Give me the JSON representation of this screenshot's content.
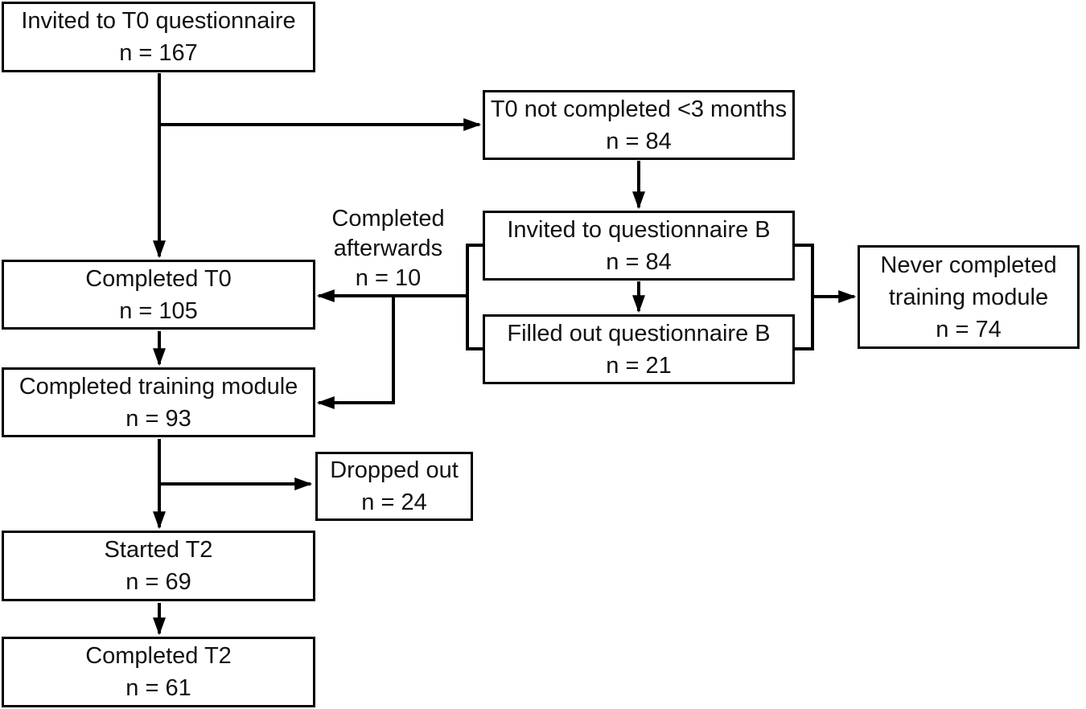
{
  "figure": {
    "colors": {
      "background": "#ffffff",
      "line": "#000000",
      "text": "#111111"
    },
    "boxes": {
      "invited_t0": {
        "label": "Invited to T0 questionnaire",
        "count": "n = 167"
      },
      "t0_not_completed": {
        "label": "T0 not completed <3 months",
        "count": "n = 84"
      },
      "invited_b": {
        "label": "Invited to questionnaire B",
        "count": "n = 84"
      },
      "filled_b": {
        "label": "Filled out questionnaire B",
        "count": "n = 21"
      },
      "never_completed": {
        "label": "Never completed training module",
        "count": "n = 74"
      },
      "completed_t0": {
        "label": "Completed T0",
        "count": "n = 105"
      },
      "completed_training": {
        "label": "Completed training module",
        "count": "n = 93"
      },
      "dropped_out": {
        "label": "Dropped out",
        "count": "n = 24"
      },
      "started_t2": {
        "label": "Started T2",
        "count": "n = 69"
      },
      "completed_t2": {
        "label": "Completed T2",
        "count": "n = 61"
      }
    },
    "annotation": {
      "text": "Completed afterwards",
      "count": "n = 10"
    }
  }
}
